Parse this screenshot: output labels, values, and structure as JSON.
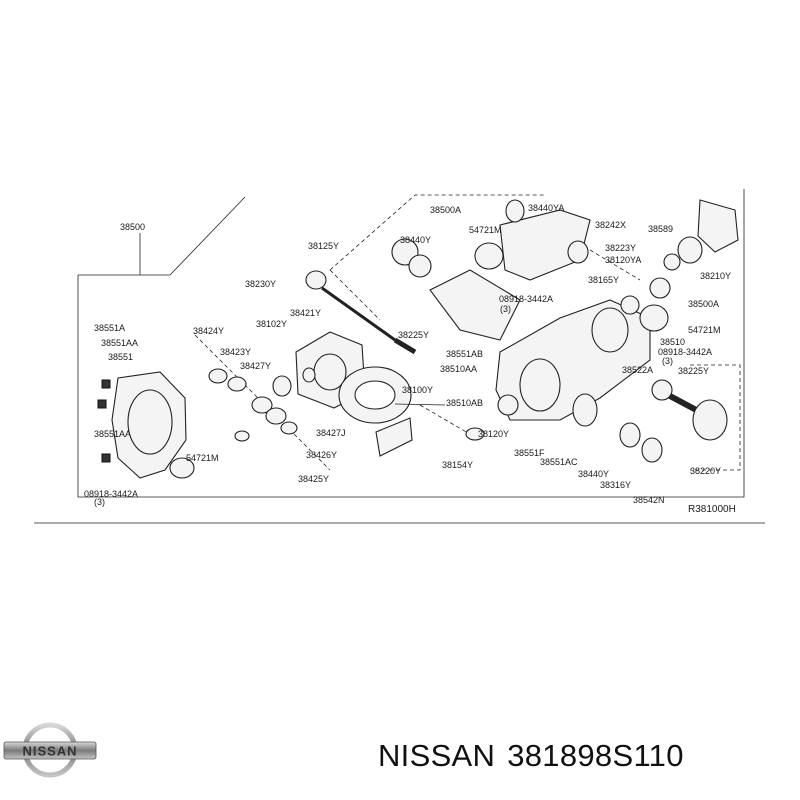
{
  "diagram": {
    "group_label": "38500",
    "drawing_code": "R381000H",
    "labels": [
      {
        "id": "p1",
        "text": "38500A"
      },
      {
        "id": "p2",
        "text": "38440YA"
      },
      {
        "id": "p3",
        "text": "38242X"
      },
      {
        "id": "p4",
        "text": "38210Y"
      },
      {
        "id": "p5",
        "text": "38589"
      },
      {
        "id": "p6",
        "text": "54721M"
      },
      {
        "id": "p7",
        "text": "38440Y"
      },
      {
        "id": "p8",
        "text": "38223Y"
      },
      {
        "id": "p9",
        "text": "38120YA"
      },
      {
        "id": "p10",
        "text": "38125Y"
      },
      {
        "id": "p11",
        "text": "38230Y"
      },
      {
        "id": "p12",
        "text": "38165Y"
      },
      {
        "id": "p13",
        "text": "38500A"
      },
      {
        "id": "p14",
        "text": "54721M"
      },
      {
        "id": "p15",
        "text": "38510"
      },
      {
        "id": "p16",
        "text": "08918-3442A"
      },
      {
        "id": "p17",
        "text": "(3)"
      },
      {
        "id": "p18",
        "text": "08918-3442A"
      },
      {
        "id": "p19",
        "text": "(3)"
      },
      {
        "id": "p20",
        "text": "38421Y"
      },
      {
        "id": "p21",
        "text": "38102Y"
      },
      {
        "id": "p22",
        "text": "38424Y"
      },
      {
        "id": "p23",
        "text": "38423Y"
      },
      {
        "id": "p24",
        "text": "38427Y"
      },
      {
        "id": "p25",
        "text": "38225Y"
      },
      {
        "id": "p26",
        "text": "38551AB"
      },
      {
        "id": "p27",
        "text": "38510AA"
      },
      {
        "id": "p28",
        "text": "38522A"
      },
      {
        "id": "p29",
        "text": "38225Y"
      },
      {
        "id": "p30",
        "text": "38551A"
      },
      {
        "id": "p31",
        "text": "38551AA"
      },
      {
        "id": "p32",
        "text": "38551"
      },
      {
        "id": "p33",
        "text": "38100Y"
      },
      {
        "id": "p34",
        "text": "38510AB"
      },
      {
        "id": "p35",
        "text": "38427J"
      },
      {
        "id": "p36",
        "text": "38120Y"
      },
      {
        "id": "p37",
        "text": "38551AA"
      },
      {
        "id": "p38",
        "text": "54721M"
      },
      {
        "id": "p39",
        "text": "38426Y"
      },
      {
        "id": "p40",
        "text": "38154Y"
      },
      {
        "id": "p41",
        "text": "38551F"
      },
      {
        "id": "p42",
        "text": "38551AC"
      },
      {
        "id": "p43",
        "text": "38440Y"
      },
      {
        "id": "p44",
        "text": "38316Y"
      },
      {
        "id": "p45",
        "text": "38220Y"
      },
      {
        "id": "p46",
        "text": "38425Y"
      },
      {
        "id": "p47",
        "text": "08918-3442A"
      },
      {
        "id": "p48",
        "text": "(3)"
      },
      {
        "id": "p49",
        "text": "38542N"
      }
    ]
  },
  "logo": {
    "text": "NISSAN"
  },
  "caption": {
    "brand": "NISSAN",
    "part_number": "381898S110"
  }
}
